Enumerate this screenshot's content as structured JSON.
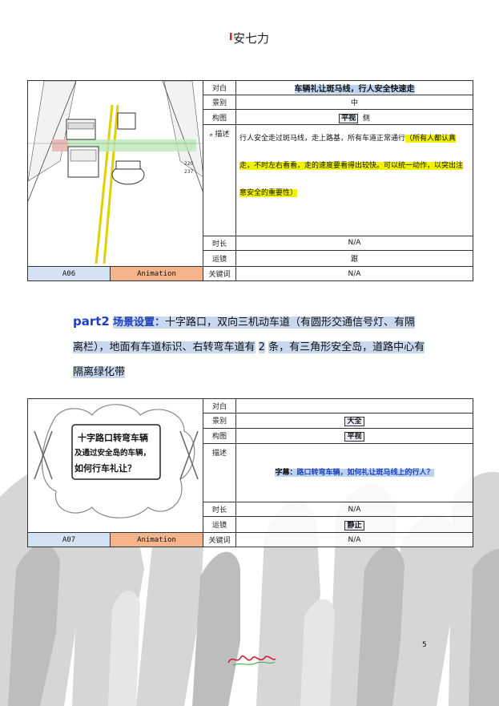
{
  "header": {
    "logo_text": "安七力"
  },
  "labels": {
    "dialog": "对白",
    "scene": "景别",
    "composition": "构图",
    "description": "描述",
    "duration": "时长",
    "camera": "运镜",
    "keywords": "关键词"
  },
  "shot1": {
    "dialog": "车辆礼让斑马线，行人安全快速走",
    "scene": "中",
    "composition_boxed": "平视",
    "composition_rest": "侧",
    "desc_marker": "¤",
    "description_plain": "行人安全走过斑马线，走上路基，所有车道正常通行",
    "description_highlight": "（所有人都认真走，不时左右看看，走的速度要看得出较快。可以统一动作，以突出注意安全的重要性）",
    "duration": "N/A",
    "camera": "跟",
    "keywords": "N/A",
    "code": "A06",
    "type": "Animation"
  },
  "part2": {
    "prefix": "part2",
    "title": "场景设置：",
    "text_1": "十字路口，双向三机动车道（有圆形交通信号灯、有隔离栏），地面有车道标识、右转弯车道有",
    "num": "2",
    "text_2": "条，有三角形安全岛，道路中心有隔离绿化带"
  },
  "shot2": {
    "dialog": "",
    "scene": "大全",
    "composition": "平视",
    "caption_label": "字幕：",
    "caption_text": "路口转弯车辆，如何礼让斑马线上的行人？",
    "duration": "N/A",
    "camera": "静止",
    "keywords": "N/A",
    "code": "A07",
    "type": "Animation",
    "sketch_text": [
      "十字路口转弯车辆",
      "及通过安全岛的车辆，",
      "如何行车礼让？"
    ]
  },
  "footer": {
    "page_number": "5"
  },
  "colors": {
    "highlight_blue": "#bcd4f0",
    "highlight_yellow": "#f2f200",
    "accent_blue": "#1f3fbf",
    "code_bg": "#d5e2f3",
    "type_bg": "#f5b48c"
  }
}
